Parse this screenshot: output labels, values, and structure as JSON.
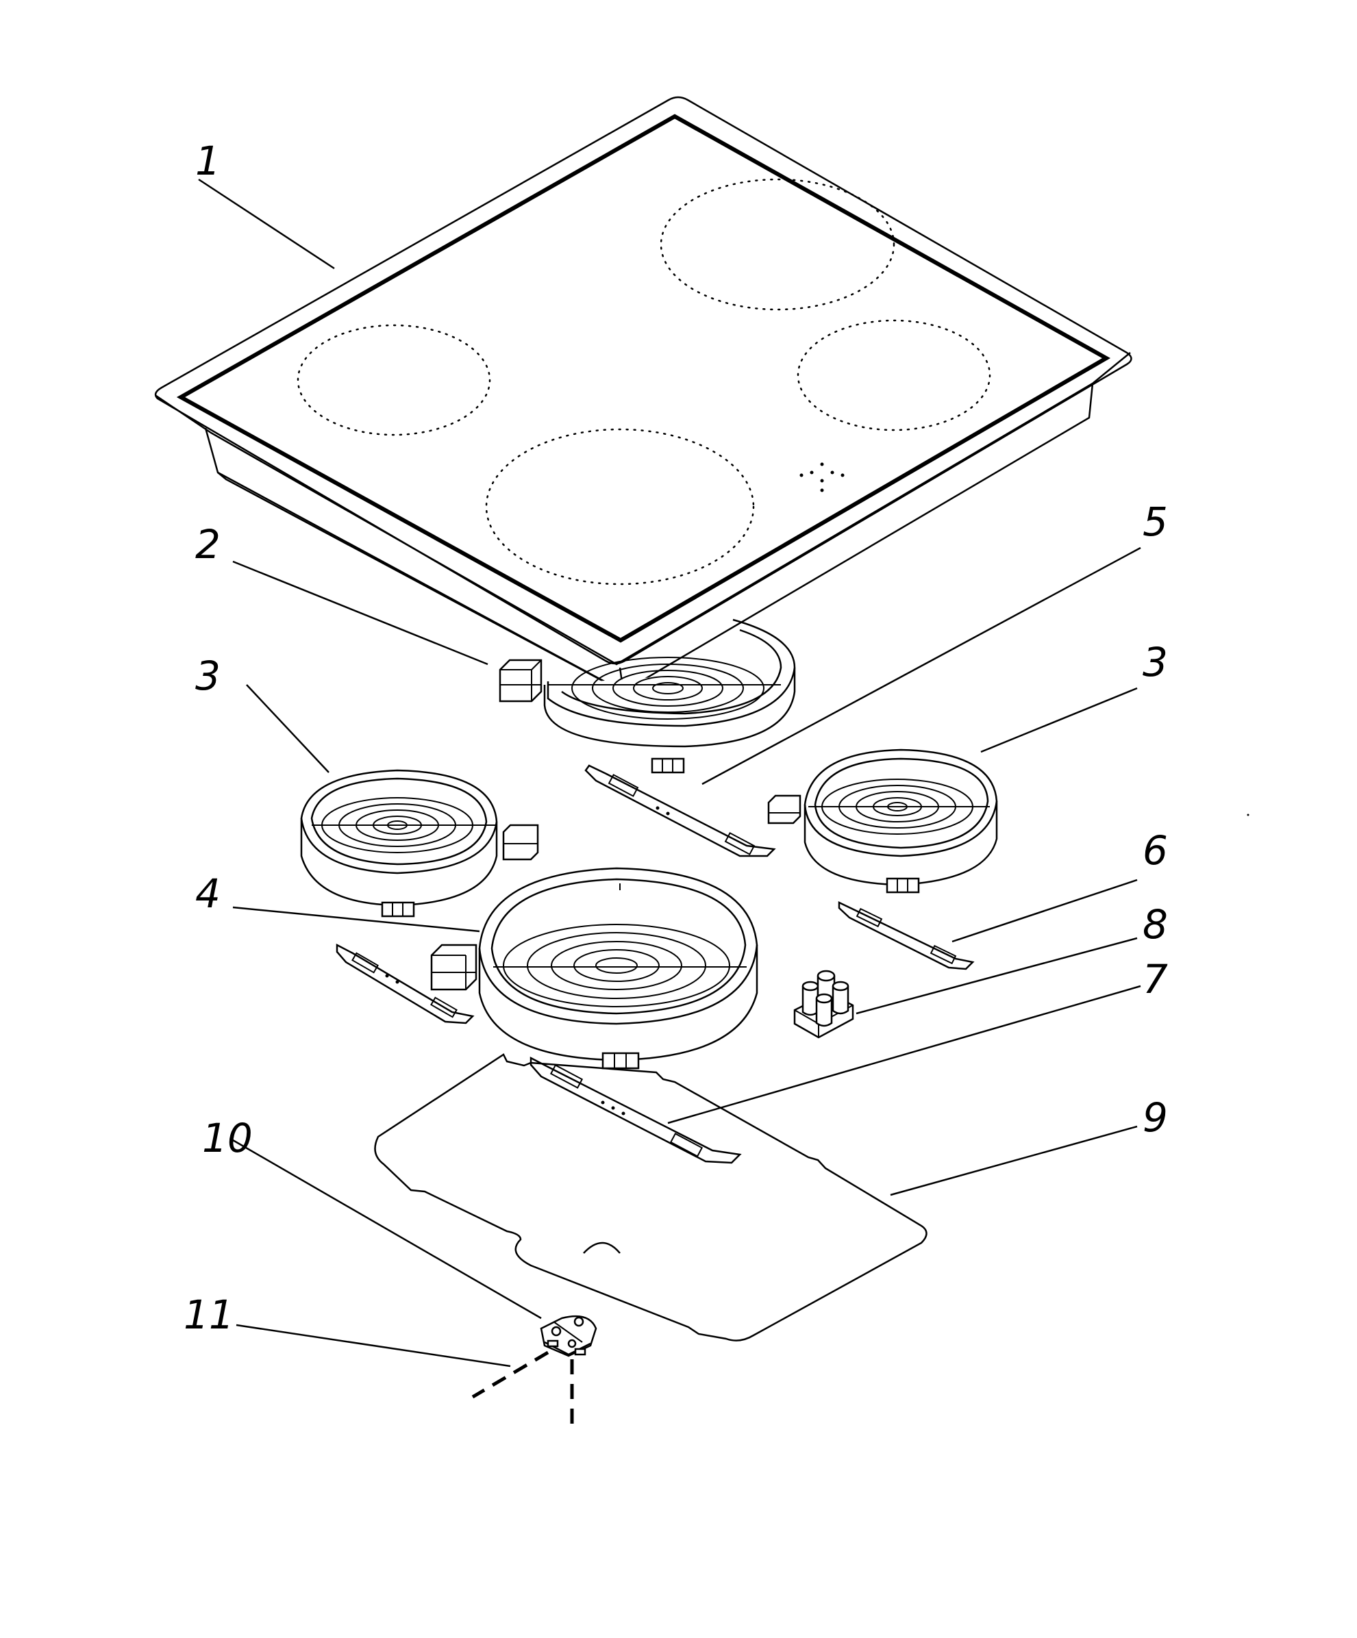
{
  "callouts": [
    {
      "id": "c1",
      "text": "1"
    },
    {
      "id": "c2",
      "text": "2"
    },
    {
      "id": "c3a",
      "text": "3"
    },
    {
      "id": "c3b",
      "text": "3"
    },
    {
      "id": "c4",
      "text": "4"
    },
    {
      "id": "c5",
      "text": "5"
    },
    {
      "id": "c6",
      "text": "6"
    },
    {
      "id": "c7",
      "text": "7"
    },
    {
      "id": "c8",
      "text": "8"
    },
    {
      "id": "c9",
      "text": "9"
    },
    {
      "id": "c10",
      "text": "10"
    },
    {
      "id": "c11",
      "text": "11"
    }
  ],
  "colors": {
    "line": "#000000",
    "background": "#ffffff"
  },
  "icons": {
    "part-1": "ceramic-glass-hob-top-icon",
    "part-2": "terminal-block-icon",
    "part-3": "radiant-heating-element-icon",
    "part-4": "large-radiant-heating-element-icon",
    "part-5": "mounting-bracket-icon",
    "part-6": "mounting-bracket-icon",
    "part-7": "mounting-bracket-icon",
    "part-8": "indicator-lamp-block-icon",
    "part-9": "insulation-plate-icon",
    "part-10": "thermal-limiter-icon",
    "part-11": "wiring-leads-icon"
  }
}
